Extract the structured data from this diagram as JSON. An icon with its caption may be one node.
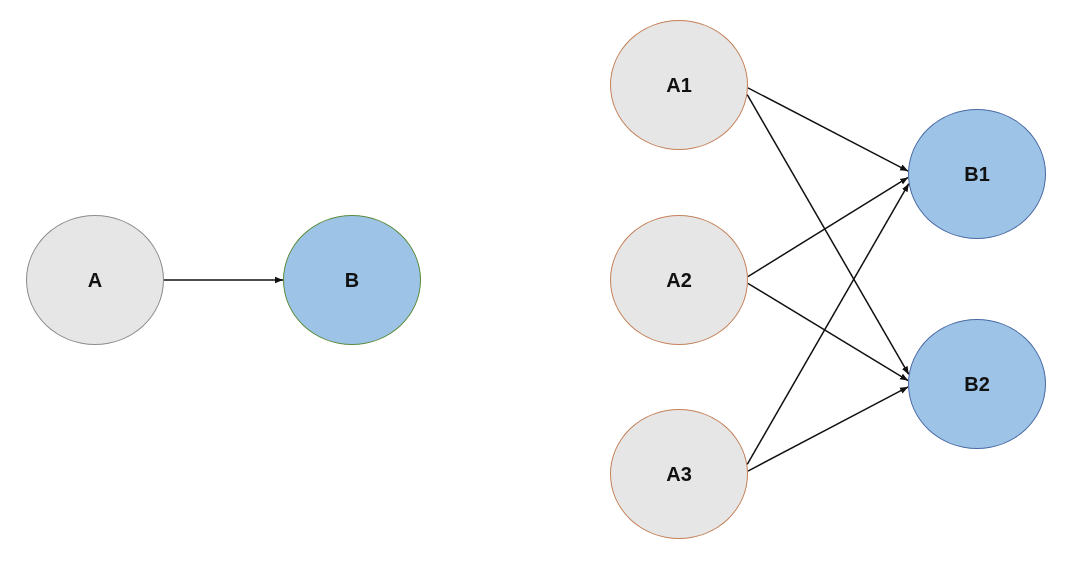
{
  "diagram": {
    "nodes": [
      {
        "text": [
          "A"
        ]
      },
      {
        "text": [
          "B"
        ]
      },
      {
        "text": [
          "A1"
        ]
      },
      {
        "text": [
          "A2"
        ]
      },
      {
        "text": [
          "A3"
        ]
      },
      {
        "text": [
          "B1"
        ]
      },
      {
        "text": [
          "B2"
        ]
      }
    ],
    "edges": [
      {
        "from": 0,
        "to": 1,
        "arrow": "to"
      },
      {
        "from": 2,
        "to": 5,
        "arrow": "to"
      },
      {
        "from": 2,
        "to": 6,
        "arrow": "to"
      },
      {
        "from": 3,
        "to": 5,
        "arrow": "to"
      },
      {
        "from": 3,
        "to": 6,
        "arrow": "to"
      },
      {
        "from": 4,
        "to": 5,
        "arrow": "to"
      },
      {
        "from": 4,
        "to": 6,
        "arrow": "to"
      }
    ]
  }
}
